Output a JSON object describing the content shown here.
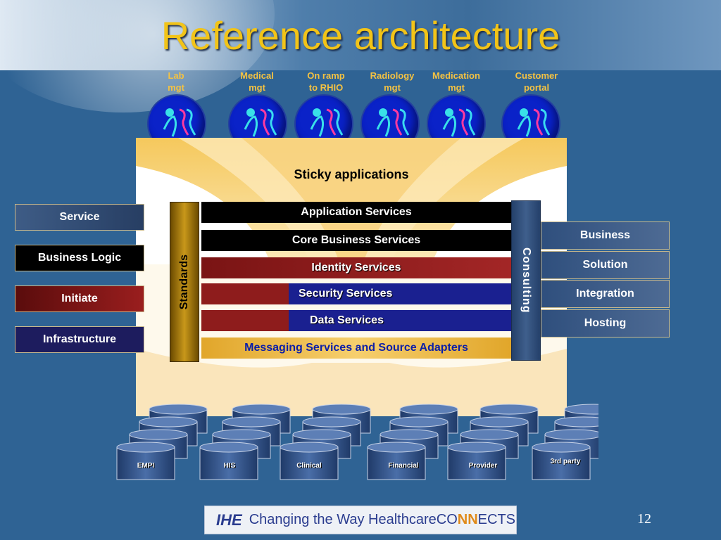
{
  "title": "Reference architecture",
  "top_apps": [
    {
      "label": "Lab\nmgt"
    },
    {
      "label": "Medical\nmgt"
    },
    {
      "label": "On ramp\nto RHIO"
    },
    {
      "label": "Radiology\nmgt"
    },
    {
      "label": "Medication\nmgt"
    },
    {
      "label": "Customer\nportal"
    }
  ],
  "sticky_label": "Sticky applications",
  "left_boxes": [
    "Service",
    "Business Logic",
    "Initiate",
    "Infrastructure"
  ],
  "right_boxes": [
    "Business",
    "Solution",
    "Integration",
    "Hosting"
  ],
  "standards_label": "Standards",
  "consulting_label": "Consulting",
  "layers": [
    "Application Services",
    "Core Business Services",
    "Identity Services",
    "Security Services",
    "Data Services",
    "Messaging Services and Source Adapters"
  ],
  "databases": [
    "EMPI",
    "HIS",
    "Clinical",
    "Financial",
    "Provider",
    "3rd party"
  ],
  "footer": {
    "logo": "IHE",
    "tagline": "Changing the Way Healthcare ",
    "brand_a": "CO",
    "brand_n": "NN",
    "brand_b": "ECTS"
  },
  "page_number": "12",
  "colors": {
    "title": "#f2c418",
    "background": "#2f6394",
    "app_circle": "#0a22c8",
    "label": "#f4c242"
  }
}
